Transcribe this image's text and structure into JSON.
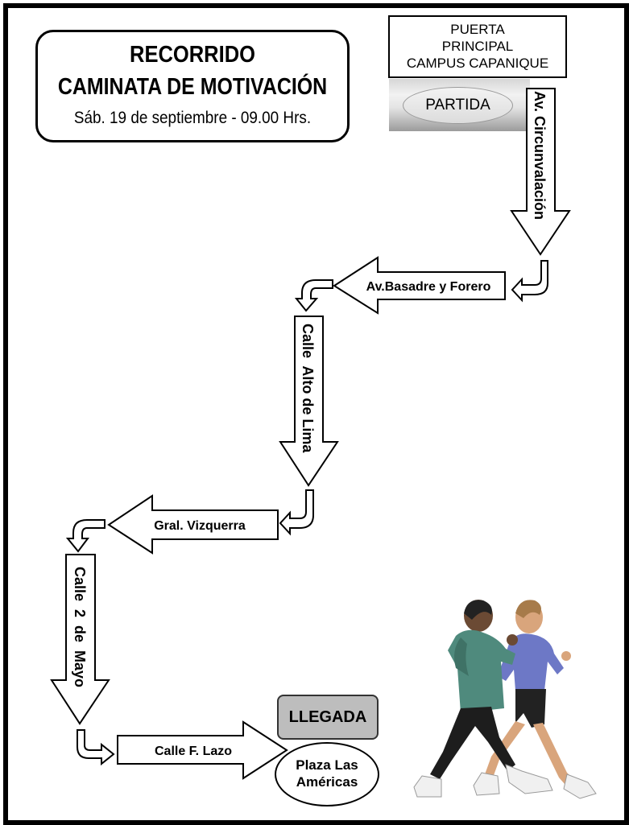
{
  "title": {
    "line1": "RECORRIDO",
    "line2": "CAMINATA DE MOTIVACIÓN",
    "line3": "Sáb. 19 de septiembre - 09.00 Hrs."
  },
  "start": {
    "place_lines": [
      "PUERTA",
      "PRINCIPAL",
      "CAMPUS CAPANIQUE"
    ],
    "label": "PARTIDA"
  },
  "route": [
    {
      "street": "Av. Circunvalación",
      "direction": "down"
    },
    {
      "street": "Av.Basadre y Forero",
      "direction": "left"
    },
    {
      "street": "Calle  Alto de Lima",
      "direction": "down"
    },
    {
      "street": "Gral. Vizquerra",
      "direction": "left"
    },
    {
      "street": "Calle  2  de  Mayo",
      "direction": "down"
    },
    {
      "street": "Calle F. Lazo",
      "direction": "right"
    }
  ],
  "finish": {
    "label": "LLEGADA",
    "place_lines": [
      "Plaza Las",
      "Américas"
    ]
  },
  "colors": {
    "border": "#000000",
    "arrow_fill": "#ffffff",
    "llegada_fill": "#bdbdbd",
    "partida_band": "#b0b0b0"
  },
  "illustration": "two-people-walking"
}
